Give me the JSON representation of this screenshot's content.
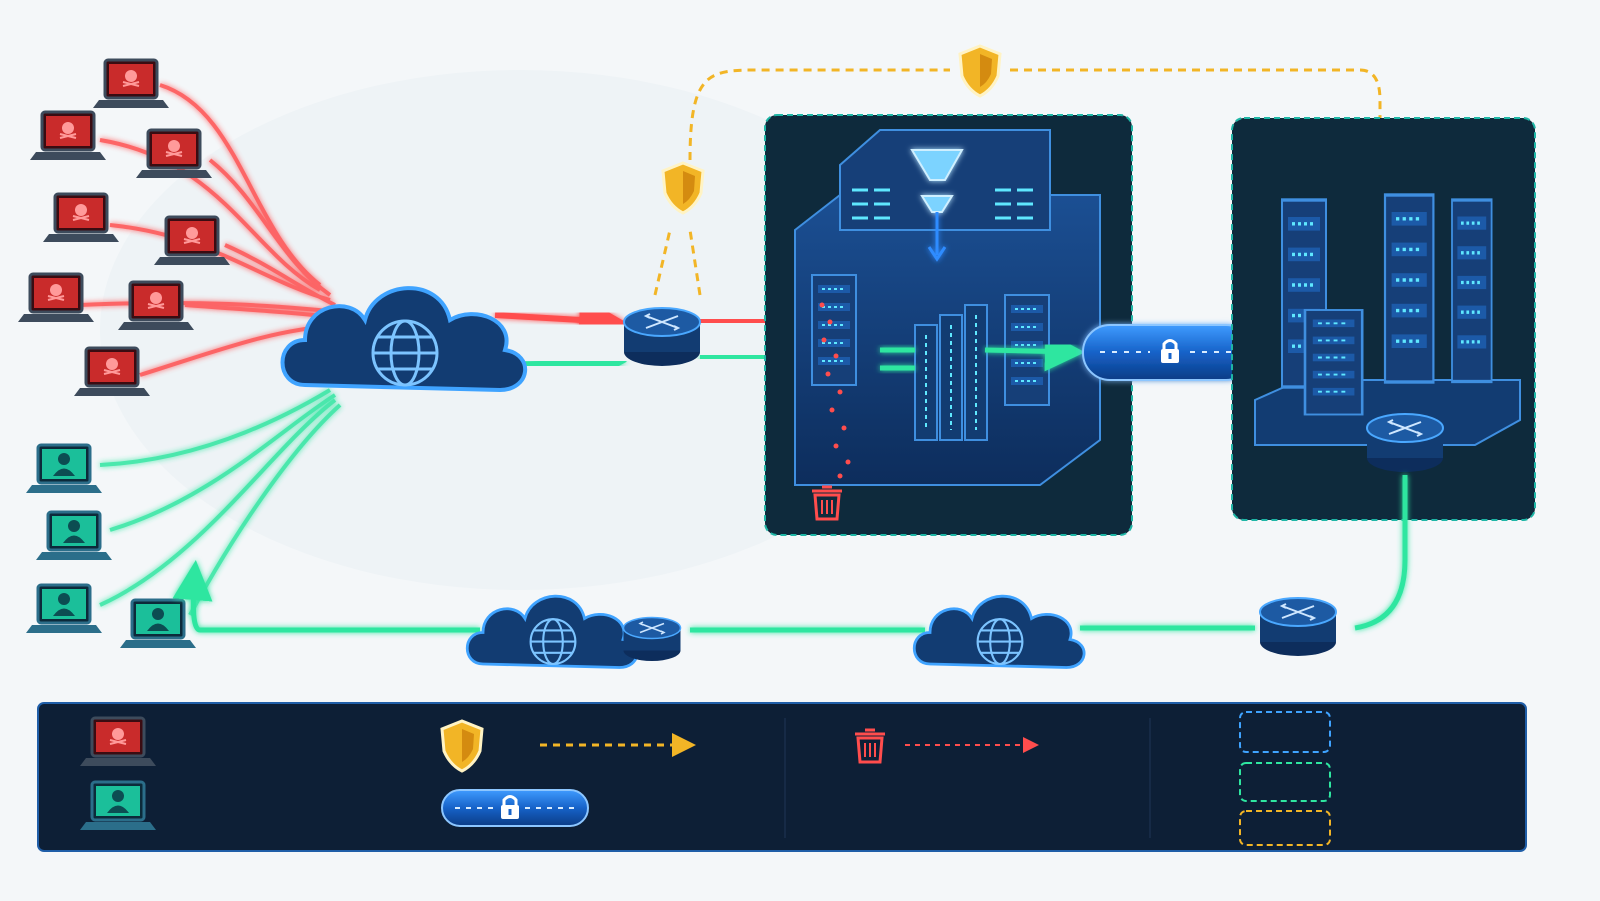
{
  "colors": {
    "attack": "#ff4d4d",
    "legit": "#2ee6a0",
    "control": "#f2b526",
    "encrypted": "#2f8cff",
    "node_fill": "#123c72",
    "node_stroke": "#3fa3ff",
    "zone_bg": "#0e2a3c",
    "zone_border": "#1fb6a6"
  },
  "nodes": {
    "attackers": [
      {
        "icon": "skull-laptop-icon"
      },
      {
        "icon": "skull-laptop-icon"
      },
      {
        "icon": "skull-laptop-icon"
      },
      {
        "icon": "skull-laptop-icon"
      },
      {
        "icon": "skull-laptop-icon"
      },
      {
        "icon": "skull-laptop-icon"
      },
      {
        "icon": "skull-laptop-icon"
      },
      {
        "icon": "skull-laptop-icon"
      }
    ],
    "users": [
      {
        "icon": "user-laptop-icon"
      },
      {
        "icon": "user-laptop-icon"
      },
      {
        "icon": "user-laptop-icon"
      },
      {
        "icon": "user-laptop-icon"
      }
    ],
    "internet_cloud": {
      "icon": "globe-cloud-icon"
    },
    "edge_router": {
      "icon": "router-icon"
    },
    "scrubbing_center": {
      "icon": "filter-funnel-icon",
      "discard_icon": "trash-icon"
    },
    "encrypted_tunnel": {
      "icon": "lock-icon"
    },
    "origin_datacenter": {
      "icon": "server-rack-icon",
      "router_icon": "router-icon"
    },
    "return_router": {
      "icon": "router-icon"
    },
    "return_clouds": [
      {
        "icon": "globe-cloud-icon"
      },
      {
        "icon": "globe-cloud-icon"
      }
    ],
    "control_shields": [
      {
        "icon": "shield-icon"
      },
      {
        "icon": "shield-icon"
      }
    ]
  },
  "legend": {
    "items": [
      {
        "icon": "skull-laptop-icon",
        "line": "attack-traffic"
      },
      {
        "icon": "user-laptop-icon",
        "line": "legitimate-traffic"
      },
      {
        "icon": "shield-icon",
        "line": "control-path"
      },
      {
        "icon": "lock-tunnel-icon",
        "line": "encrypted-tunnel"
      },
      {
        "icon": "trash-icon",
        "line": "dropped-traffic"
      },
      {
        "icon": "none",
        "line": "clean-traffic"
      },
      {
        "swatch": "scrubbing-zone"
      },
      {
        "swatch": "protected-zone"
      },
      {
        "swatch": "control-zone"
      }
    ]
  }
}
